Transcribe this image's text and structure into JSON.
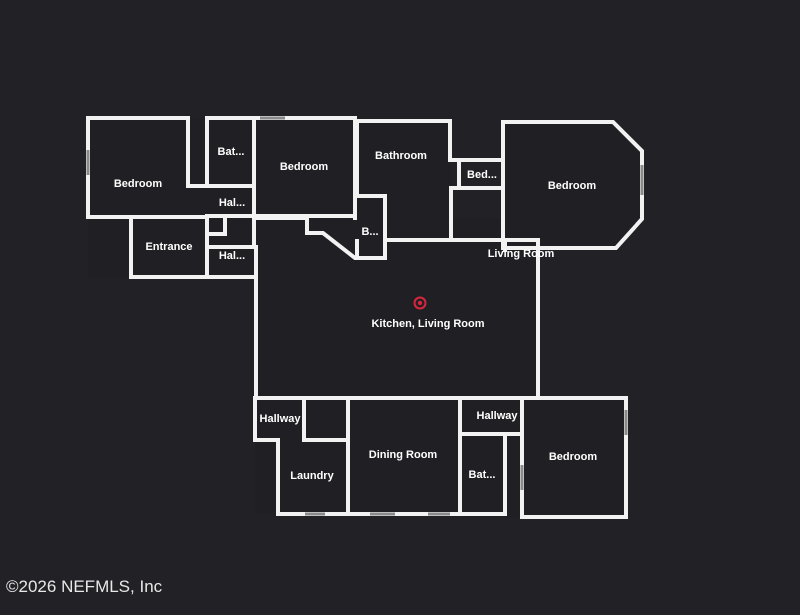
{
  "plan": {
    "rooms": [
      {
        "id": "bedroom-nw",
        "label": "Bedroom"
      },
      {
        "id": "bath-1",
        "label": "Bat..."
      },
      {
        "id": "bedroom-n",
        "label": "Bedroom"
      },
      {
        "id": "bathroom",
        "label": "Bathroom"
      },
      {
        "id": "bed-small",
        "label": "Bed..."
      },
      {
        "id": "bedroom-ne",
        "label": "Bedroom"
      },
      {
        "id": "hall-1",
        "label": "Hal..."
      },
      {
        "id": "entrance",
        "label": "Entrance"
      },
      {
        "id": "hall-2",
        "label": "Hal..."
      },
      {
        "id": "b-small",
        "label": "B..."
      },
      {
        "id": "living-room",
        "label": "Living Room"
      },
      {
        "id": "kitchen-living",
        "label": "Kitchen, Living Room"
      },
      {
        "id": "hallway-sw",
        "label": "Hallway"
      },
      {
        "id": "laundry",
        "label": "Laundry"
      },
      {
        "id": "dining",
        "label": "Dining Room"
      },
      {
        "id": "hallway-se",
        "label": "Hallway"
      },
      {
        "id": "bath-2",
        "label": "Bat..."
      },
      {
        "id": "bedroom-se",
        "label": "Bedroom"
      }
    ],
    "marker": {
      "room": "kitchen-living",
      "color": "#d7263d"
    }
  },
  "copyright": "©2026 NEFMLS, Inc"
}
